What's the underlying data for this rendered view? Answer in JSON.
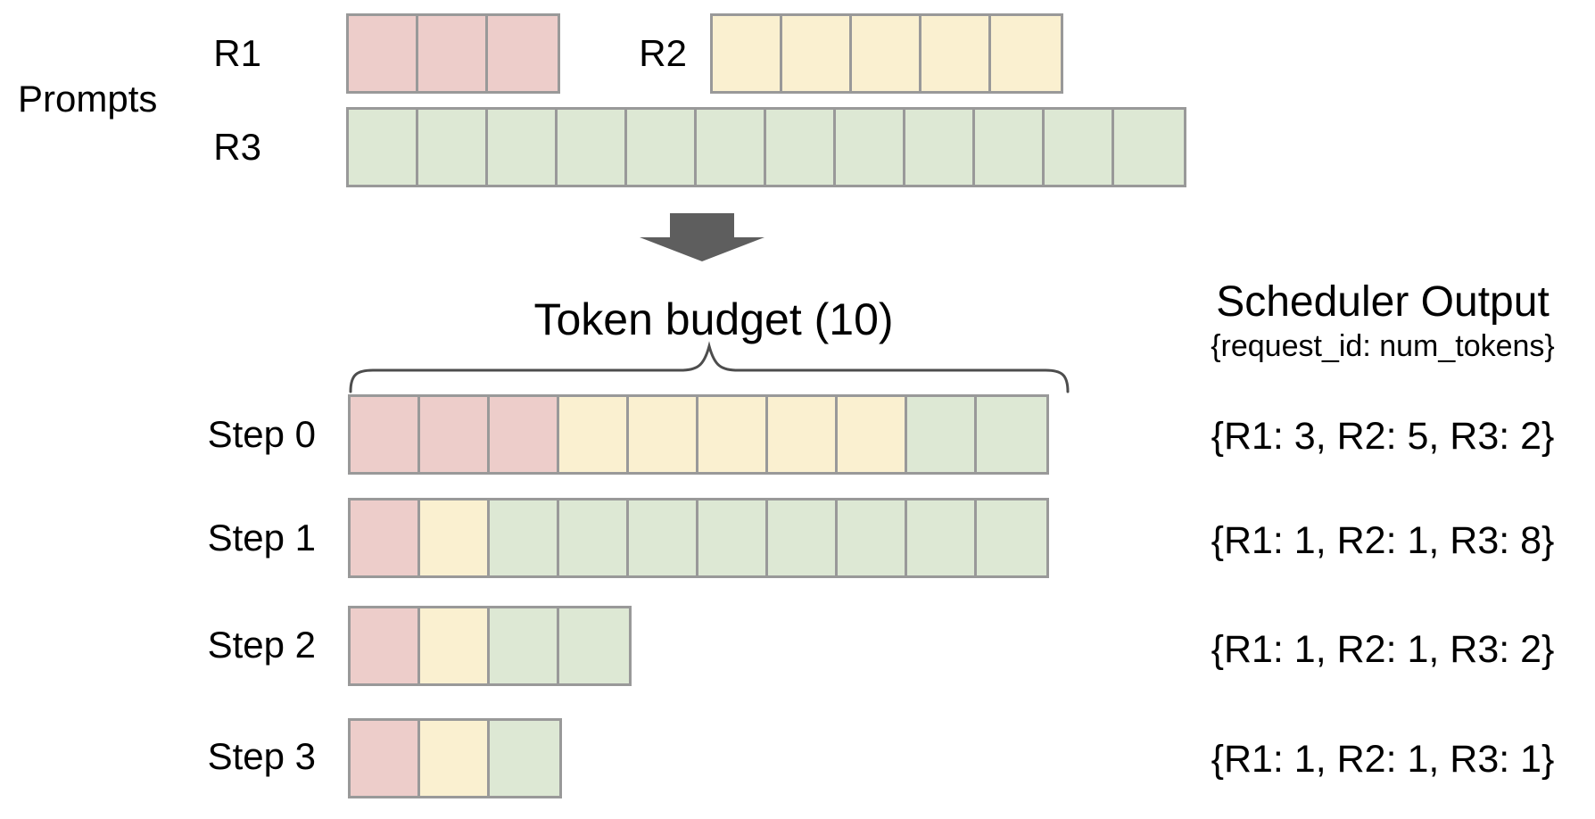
{
  "prompts": {
    "section_label": "Prompts",
    "requests": [
      {
        "id": "R1",
        "num_prompt_tokens": 3
      },
      {
        "id": "R2",
        "num_prompt_tokens": 5
      },
      {
        "id": "R3",
        "num_prompt_tokens": 12
      }
    ]
  },
  "token_budget": {
    "label": "Token budget (10)",
    "value": 10
  },
  "scheduler_output": {
    "title": "Scheduler Output",
    "subtitle": "{request_id: num_tokens}"
  },
  "steps": [
    {
      "label": "Step 0",
      "output": "{R1: 3, R2: 5, R3: 2}"
    },
    {
      "label": "Step 1",
      "output": "{R1: 1, R2: 1, R3: 8}"
    },
    {
      "label": "Step 2",
      "output": "{R1: 1, R2: 1, R3: 2}"
    },
    {
      "label": "Step 3",
      "output": "{R1: 1, R2: 1, R3: 1}"
    }
  ],
  "token_rows": {
    "r1": [
      {
        "req": "R1",
        "count": 3
      }
    ],
    "r2": [
      {
        "req": "R2",
        "count": 5
      }
    ],
    "r3": [
      {
        "req": "R3",
        "count": 12
      }
    ],
    "step0": [
      {
        "req": "R1",
        "count": 3
      },
      {
        "req": "R2",
        "count": 5
      },
      {
        "req": "R3",
        "count": 2
      }
    ],
    "step1": [
      {
        "req": "R1",
        "count": 1
      },
      {
        "req": "R2",
        "count": 1
      },
      {
        "req": "R3",
        "count": 8
      }
    ],
    "step2": [
      {
        "req": "R1",
        "count": 1
      },
      {
        "req": "R2",
        "count": 1
      },
      {
        "req": "R3",
        "count": 2
      }
    ],
    "step3": [
      {
        "req": "R1",
        "count": 1
      },
      {
        "req": "R2",
        "count": 1
      },
      {
        "req": "R3",
        "count": 1
      }
    ]
  },
  "request_colors": {
    "R1": "#edcdca",
    "R2": "#faf0d0",
    "R3": "#dde8d4"
  },
  "colors": {
    "cell_border": "#999999",
    "arrow": "#5e5e5e",
    "brace": "#4d4d4d",
    "text": "#000000"
  },
  "icons": {
    "down_arrow": "down-arrow",
    "brace": "horizontal-curly-brace"
  }
}
